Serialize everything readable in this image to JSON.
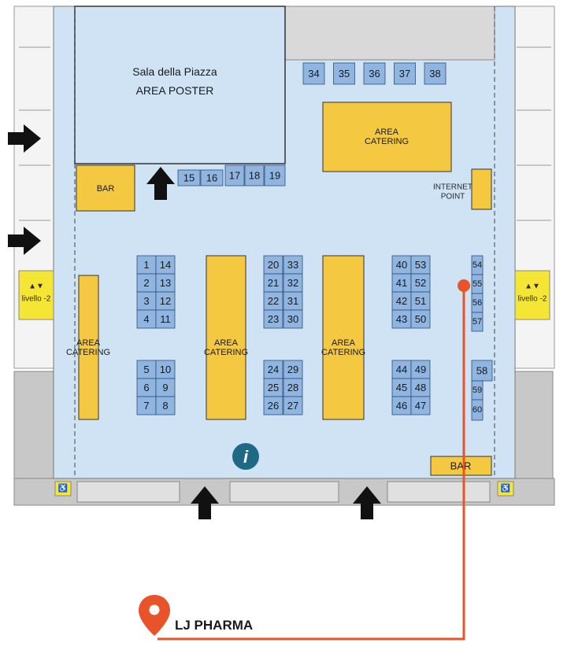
{
  "hall": {
    "sala_name": "Sala della Piazza",
    "sala_sub": "AREA POSTER"
  },
  "areas": {
    "catering_line1": "AREA",
    "catering_line2": "CATERING",
    "bar_left": "BAR",
    "bar_bottom": "BAR",
    "internet_line1": "INTERNET",
    "internet_line2": "POINT",
    "livello_left": "livello -2",
    "livello_right": "livello -2"
  },
  "info_icon": "info-icon",
  "stands": {
    "top_row": [
      "34",
      "35",
      "36",
      "37",
      "38"
    ],
    "left_row": [
      "15",
      "16",
      "17",
      "18",
      "19"
    ],
    "block1_left": [
      "1",
      "2",
      "3",
      "4"
    ],
    "block1_right": [
      "14",
      "13",
      "12",
      "11"
    ],
    "block2_left": [
      "5",
      "6",
      "7"
    ],
    "block2_right": [
      "10",
      "9",
      "8"
    ],
    "block3_left": [
      "20",
      "21",
      "22",
      "23"
    ],
    "block3_right": [
      "33",
      "32",
      "31",
      "30"
    ],
    "block4_left": [
      "24",
      "25",
      "26"
    ],
    "block4_right": [
      "29",
      "28",
      "27"
    ],
    "block5_left": [
      "40",
      "41",
      "42",
      "43"
    ],
    "block5_right": [
      "53",
      "52",
      "51",
      "50"
    ],
    "block6_left": [
      "44",
      "45",
      "46"
    ],
    "block6_right": [
      "49",
      "48",
      "47"
    ],
    "narrow_top": [
      "54",
      "55",
      "56",
      "57"
    ],
    "narrow_bottom": [
      "58",
      "59",
      "60"
    ]
  },
  "exhibitor": {
    "name": "LJ PHARMA"
  },
  "colors": {
    "hall_fill": "#cfe3f5",
    "stand_fill": "#8fb5e0",
    "catering_fill": "#f5c842",
    "marker": "#e8532a",
    "wall": "#c8c8c8",
    "info": "#1e6a86"
  }
}
